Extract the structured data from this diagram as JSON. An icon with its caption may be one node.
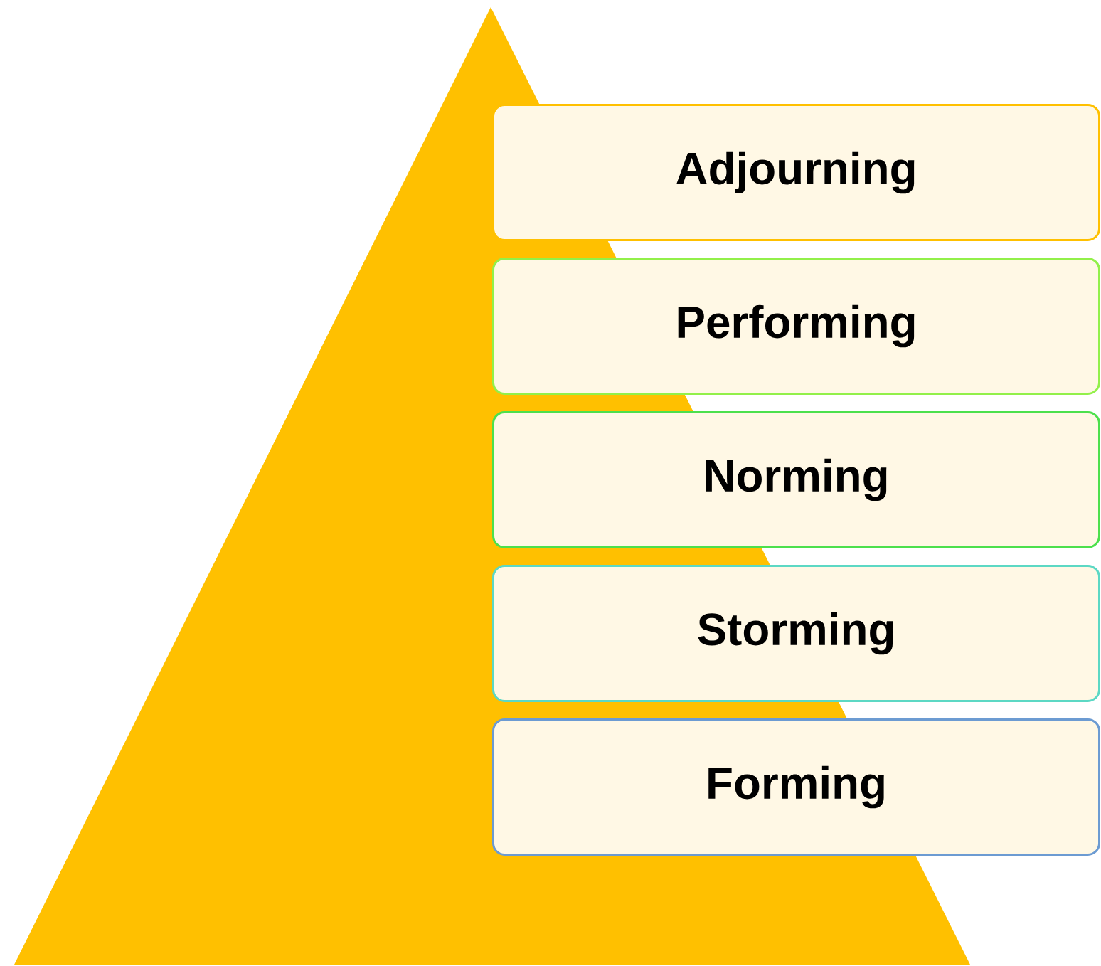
{
  "diagram": {
    "nodes": [
      {
        "text": [
          "Adjourning"
        ]
      },
      {
        "text": [
          "Performing"
        ]
      },
      {
        "text": [
          "Norming"
        ]
      },
      {
        "text": [
          "Storming"
        ]
      },
      {
        "text": [
          "Forming"
        ]
      }
    ]
  }
}
